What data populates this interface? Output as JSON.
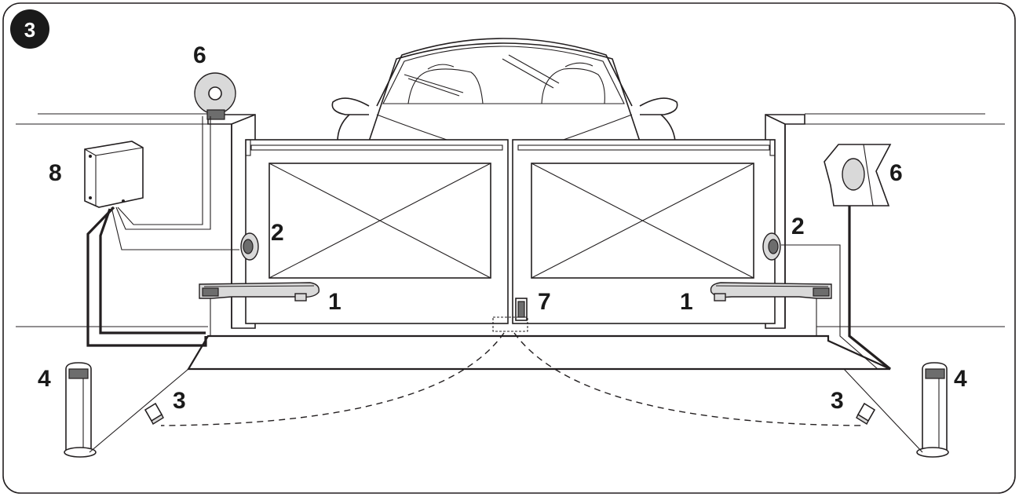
{
  "figure": {
    "badge": "3",
    "labels": {
      "motor_left": "1",
      "motor_right": "1",
      "photocell_left": "2",
      "photocell_right": "2",
      "photocell_ground_left": "3",
      "photocell_ground_right": "3",
      "column_left": "4",
      "column_right": "4",
      "flashing_light": "6",
      "key_selector": "6",
      "lock": "7",
      "control_unit": "8"
    }
  }
}
